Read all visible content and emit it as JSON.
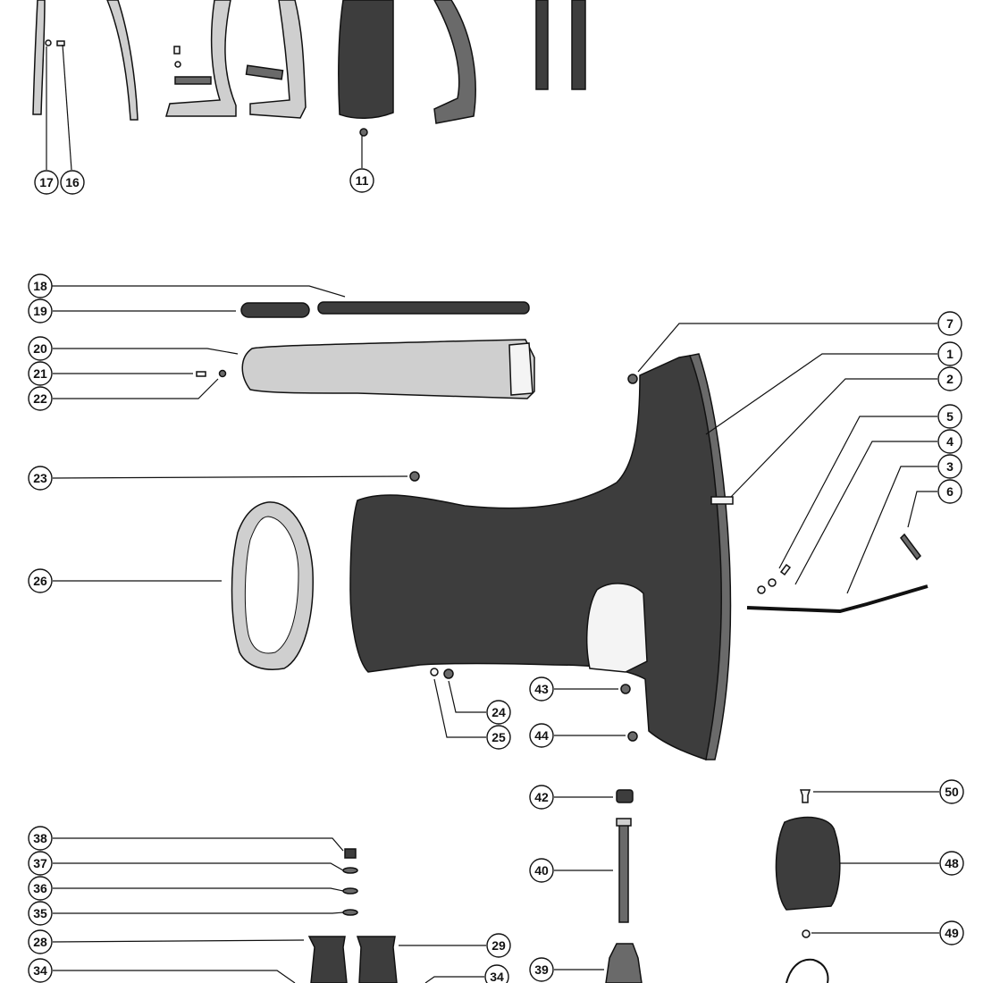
{
  "diagram": {
    "callouts": [
      {
        "id": "17",
        "label": "17"
      },
      {
        "id": "16",
        "label": "16"
      },
      {
        "id": "11",
        "label": "11"
      },
      {
        "id": "18",
        "label": "18"
      },
      {
        "id": "19",
        "label": "19"
      },
      {
        "id": "20",
        "label": "20"
      },
      {
        "id": "21",
        "label": "21"
      },
      {
        "id": "22",
        "label": "22"
      },
      {
        "id": "23",
        "label": "23"
      },
      {
        "id": "26",
        "label": "26"
      },
      {
        "id": "7",
        "label": "7"
      },
      {
        "id": "1",
        "label": "1"
      },
      {
        "id": "2",
        "label": "2"
      },
      {
        "id": "5",
        "label": "5"
      },
      {
        "id": "4",
        "label": "4"
      },
      {
        "id": "3",
        "label": "3"
      },
      {
        "id": "6",
        "label": "6"
      },
      {
        "id": "43",
        "label": "43"
      },
      {
        "id": "24",
        "label": "24"
      },
      {
        "id": "25",
        "label": "25"
      },
      {
        "id": "44",
        "label": "44"
      },
      {
        "id": "42",
        "label": "42"
      },
      {
        "id": "50",
        "label": "50"
      },
      {
        "id": "38",
        "label": "38"
      },
      {
        "id": "37",
        "label": "37"
      },
      {
        "id": "36",
        "label": "36"
      },
      {
        "id": "35",
        "label": "35"
      },
      {
        "id": "40",
        "label": "40"
      },
      {
        "id": "48",
        "label": "48"
      },
      {
        "id": "28",
        "label": "28"
      },
      {
        "id": "29",
        "label": "29"
      },
      {
        "id": "49",
        "label": "49"
      },
      {
        "id": "34a",
        "label": "34"
      },
      {
        "id": "34b",
        "label": "34"
      },
      {
        "id": "39",
        "label": "39"
      }
    ]
  }
}
